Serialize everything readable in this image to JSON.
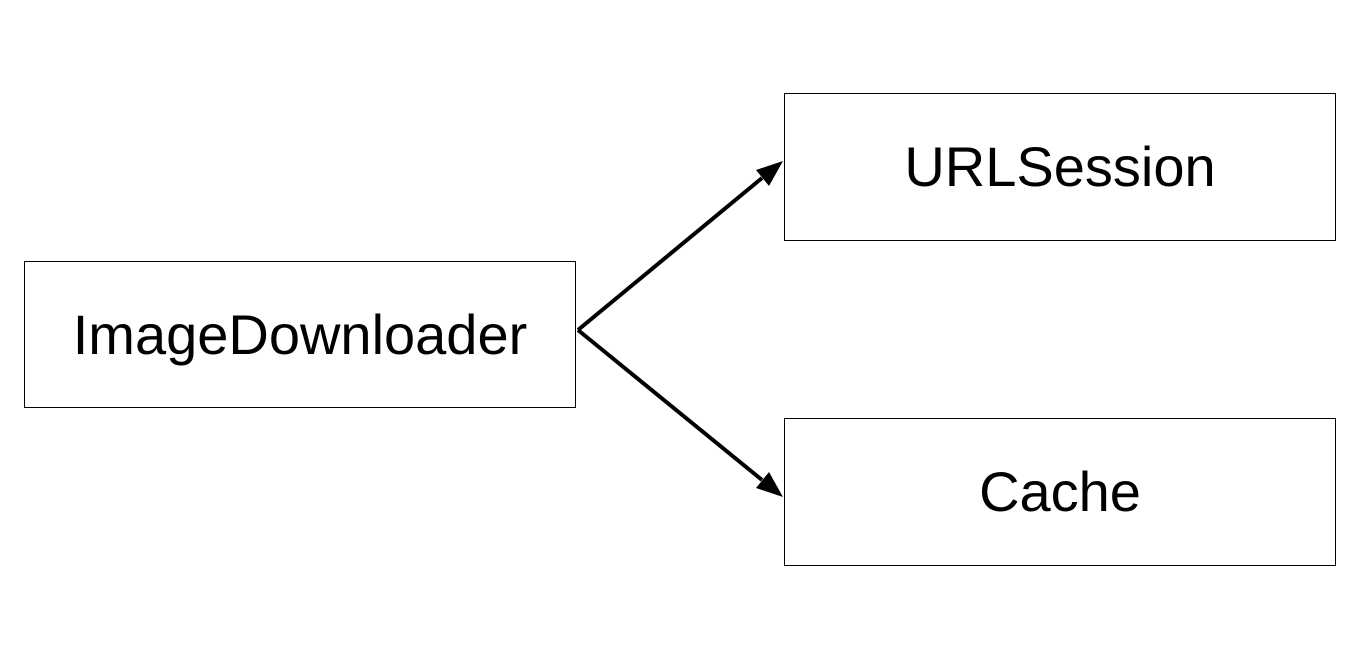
{
  "diagram": {
    "nodes": [
      {
        "id": "image-downloader",
        "label": "ImageDownloader"
      },
      {
        "id": "urlsession",
        "label": "URLSession"
      },
      {
        "id": "cache",
        "label": "Cache"
      }
    ],
    "edges": [
      {
        "from": "image-downloader",
        "to": "urlsession"
      },
      {
        "from": "image-downloader",
        "to": "cache"
      }
    ],
    "colors": {
      "stroke": "#000000",
      "background": "#ffffff",
      "text": "#000000"
    }
  }
}
